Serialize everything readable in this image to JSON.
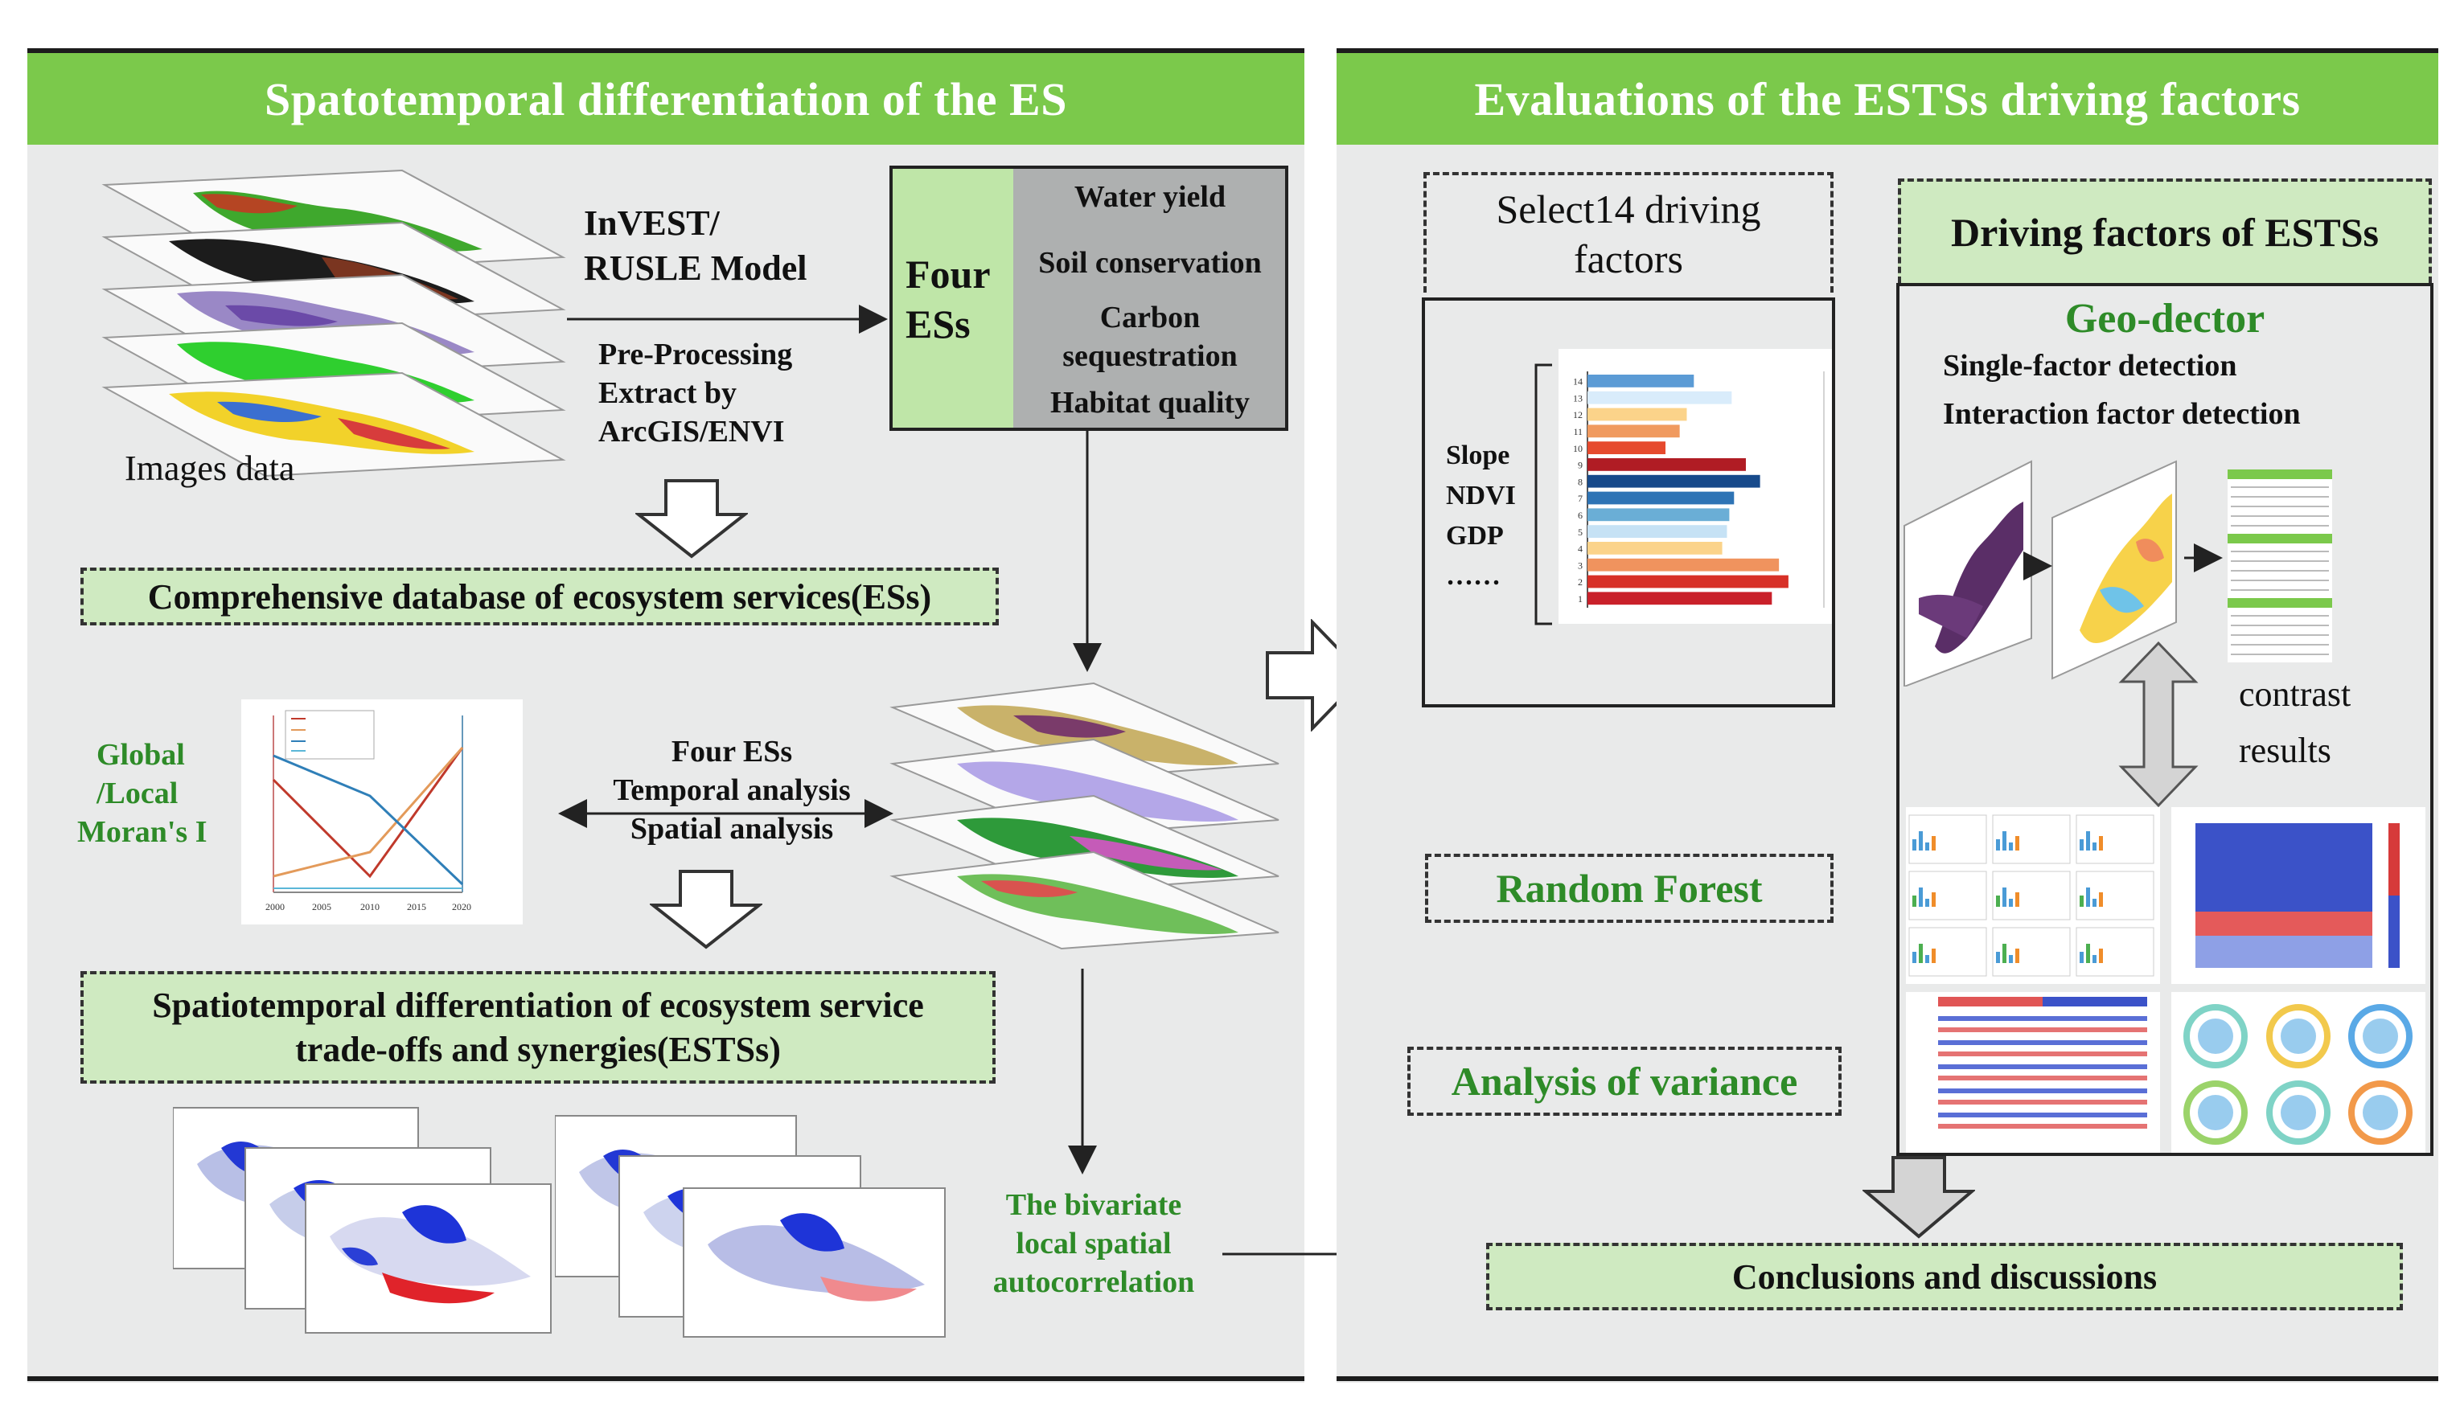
{
  "left_panel": {
    "title": "Spatotemporal differentiation of the ES",
    "images_label": "Images data",
    "model_label_1": "InVEST/",
    "model_label_2": "RUSLE Model",
    "preprocess_1": "Pre-Processing",
    "preprocess_2": "Extract by",
    "preprocess_3": "ArcGIS/ENVI",
    "four_es_label_1": "Four",
    "four_es_label_2": "ESs",
    "es_list": [
      "Water yield",
      "Soil conservation",
      "Carbon",
      "sequestration",
      "Habitat quality"
    ],
    "database_box": "Comprehensive database of ecosystem services(ESs)",
    "moran_1": "Global",
    "moran_2": "/Local",
    "moran_3": "Moran's I",
    "analysis_1": "Four ESs",
    "analysis_2": "Temporal analysis",
    "analysis_3": "Spatial analysis",
    "estss_box_1": "Spatiotemporal differentiation of ecosystem service",
    "estss_box_2": "trade-offs and synergies(ESTSs)",
    "bivariate_1": "The bivariate",
    "bivariate_2": "local spatial",
    "bivariate_3": "autocorrelation",
    "line_chart_xticks": [
      "2000",
      "2005",
      "2010",
      "2015",
      "2020"
    ]
  },
  "right_panel": {
    "title": "Evaluations of the ESTSs driving factors",
    "select_box_1": "Select14 driving",
    "select_box_2": "factors",
    "factors": [
      "Slope",
      "NDVI",
      "GDP",
      "……"
    ],
    "bar_ticks": [
      "14",
      "13",
      "12",
      "11",
      "10",
      "9",
      "8",
      "7",
      "6",
      "5",
      "4",
      "3",
      "2",
      "1"
    ],
    "driving_title": "Driving factors of ESTSs",
    "geodetector": "Geo-dector",
    "single_factor": "Single-factor detection",
    "interaction_factor": "Interaction factor detection",
    "contrast_1": "contrast",
    "contrast_2": "results",
    "random_forest": "Random Forest",
    "anova": "Analysis of variance",
    "conclusions": "Conclusions and discussions"
  },
  "colors": {
    "band_green": "#7bc94b",
    "box_green": "#cfeac1",
    "panel_bg": "#e9eaea",
    "text_green": "#2e8b28"
  },
  "chart_data": {
    "type": "bar",
    "categories": [
      "14",
      "13",
      "12",
      "11",
      "10",
      "9",
      "8",
      "7",
      "6",
      "5",
      "4",
      "3",
      "2",
      "1"
    ],
    "values": [
      0.45,
      0.61,
      0.42,
      0.39,
      0.33,
      0.67,
      0.73,
      0.62,
      0.6,
      0.59,
      0.57,
      0.81,
      0.85,
      0.78
    ],
    "colors": [
      "#5b9bd5",
      "#d9ecfb",
      "#fbd38a",
      "#f09a5f",
      "#e64a2e",
      "#b01c24",
      "#174a8b",
      "#2e74b5",
      "#6aaed6",
      "#c6e2f5",
      "#fbd38a",
      "#f0935e",
      "#d73027",
      "#c9202a"
    ],
    "title": "",
    "xlabel": "",
    "ylabel": "",
    "xlim": [
      0,
      1
    ]
  }
}
